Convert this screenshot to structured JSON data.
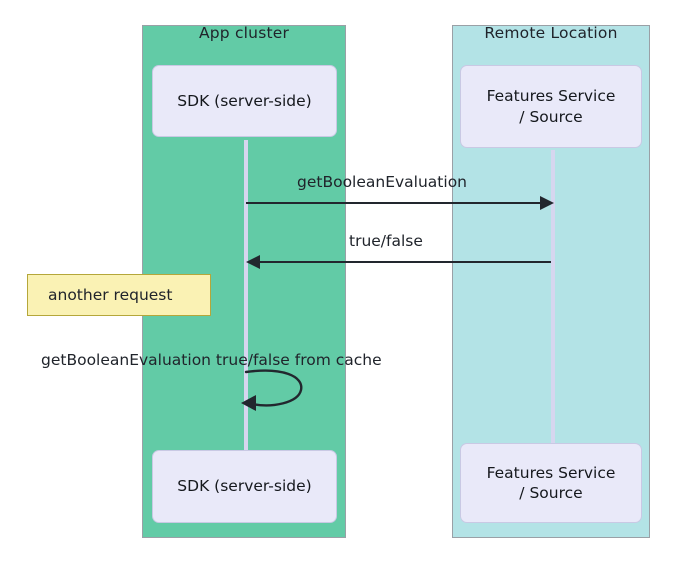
{
  "diagram": {
    "type": "sequence-diagram",
    "background": "#ffffff",
    "participants": [
      {
        "id": "app-cluster",
        "title": "App cluster",
        "panel_color": "#62cba6",
        "panel_border": "#9aa0a6",
        "actor_label": "SDK (server-side)",
        "actor_color": "#e9e9f9",
        "lifeline_color": "#d6d6ef"
      },
      {
        "id": "remote-location",
        "title": "Remote Location",
        "panel_color": "#b3e3e6",
        "panel_border": "#9aa0a6",
        "actor_label": "Features Service\n/ Source",
        "actor_color": "#e9e9f9",
        "lifeline_color": "#d6d6ef"
      }
    ],
    "messages": [
      {
        "id": "request",
        "label": "getBooleanEvaluation",
        "from": "app-cluster",
        "to": "remote-location",
        "direction": "right",
        "line_color": "#22272e"
      },
      {
        "id": "response",
        "label": "true/false",
        "from": "remote-location",
        "to": "app-cluster",
        "direction": "left",
        "line_color": "#22272e"
      },
      {
        "id": "self-call",
        "label": "getBooleanEvaluation true/false from cache",
        "from": "app-cluster",
        "to": "app-cluster",
        "direction": "self",
        "line_color": "#22272e"
      }
    ],
    "notes": [
      {
        "id": "another-request",
        "text": "another request",
        "fill": "#faf2b4",
        "border": "#b5a73a"
      }
    ]
  }
}
